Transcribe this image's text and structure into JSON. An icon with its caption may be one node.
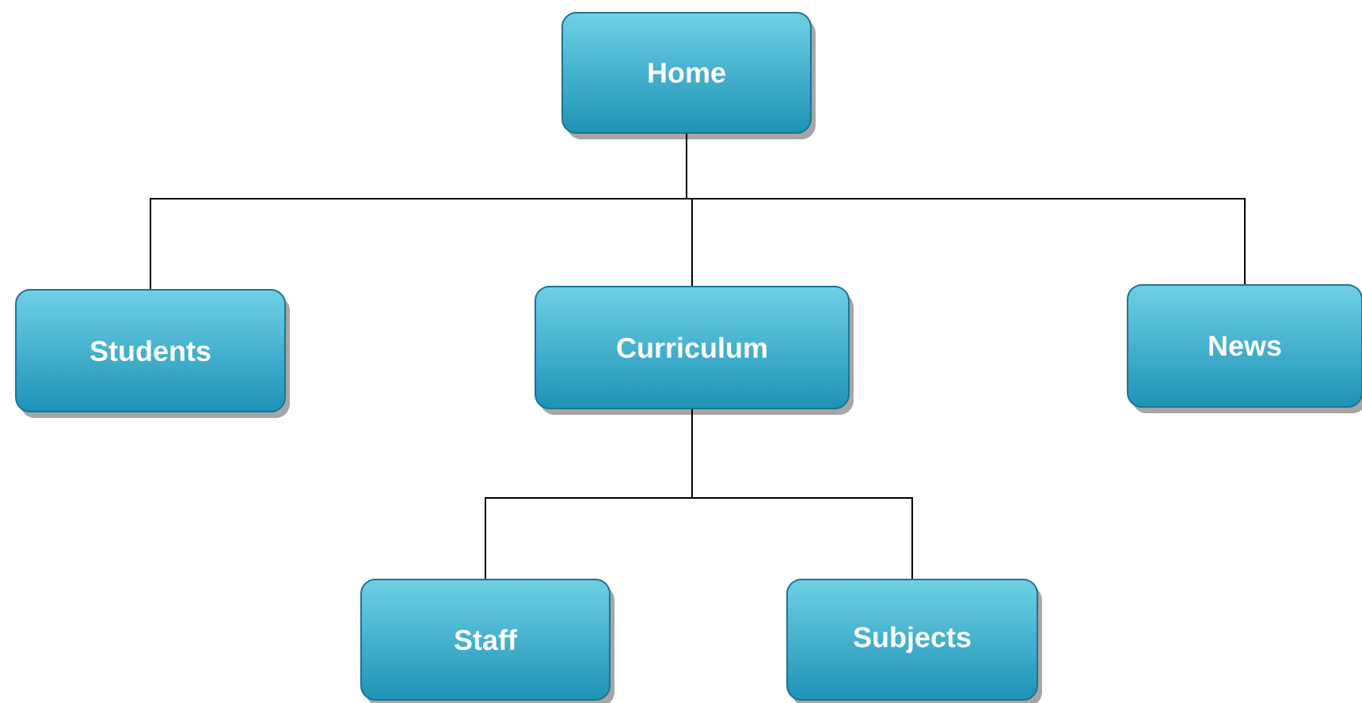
{
  "diagram": {
    "nodes": [
      {
        "text": [
          "Home"
        ]
      },
      {
        "text": [
          "Students"
        ]
      },
      {
        "text": [
          "Curriculum"
        ]
      },
      {
        "text": [
          "News"
        ]
      },
      {
        "text": [
          "Staff"
        ]
      },
      {
        "text": [
          "Subjects"
        ]
      }
    ],
    "edges": [
      {
        "from": 0,
        "to": 1,
        "arrow": "none"
      },
      {
        "from": 0,
        "to": 2,
        "arrow": "none"
      },
      {
        "from": 0,
        "to": 3,
        "arrow": "none"
      },
      {
        "from": 2,
        "to": 4,
        "arrow": "none"
      },
      {
        "from": 2,
        "to": 5,
        "arrow": "none"
      }
    ]
  }
}
